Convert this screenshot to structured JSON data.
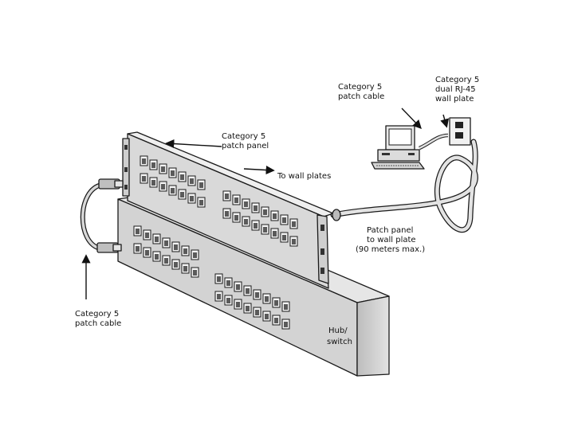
{
  "labels": {
    "patch_panel": [
      "Category 5",
      "patch panel"
    ],
    "to_wall_plates": "To wall plates",
    "patch_cable_top": [
      "Category 5",
      "patch cable"
    ],
    "wall_plate": [
      "Category 5",
      "dual RJ-45",
      "wall plate"
    ],
    "run_length": [
      "Patch panel",
      "to wall plate",
      "(90 meters max.)"
    ],
    "patch_cable_left": [
      "Category 5",
      "patch cable"
    ],
    "hub": [
      "Hub/",
      "switch"
    ]
  },
  "colors": {
    "panel_face": "#d6d6d6",
    "panel_dark": "#9a9a9a",
    "port": "#5a5a5a",
    "line": "#1a1a1a",
    "cable": "#cfcfcf"
  },
  "icons": {
    "computer": "computer-icon",
    "wall_plate": "wall-plate-icon",
    "connector": "rj45-connector-icon"
  }
}
